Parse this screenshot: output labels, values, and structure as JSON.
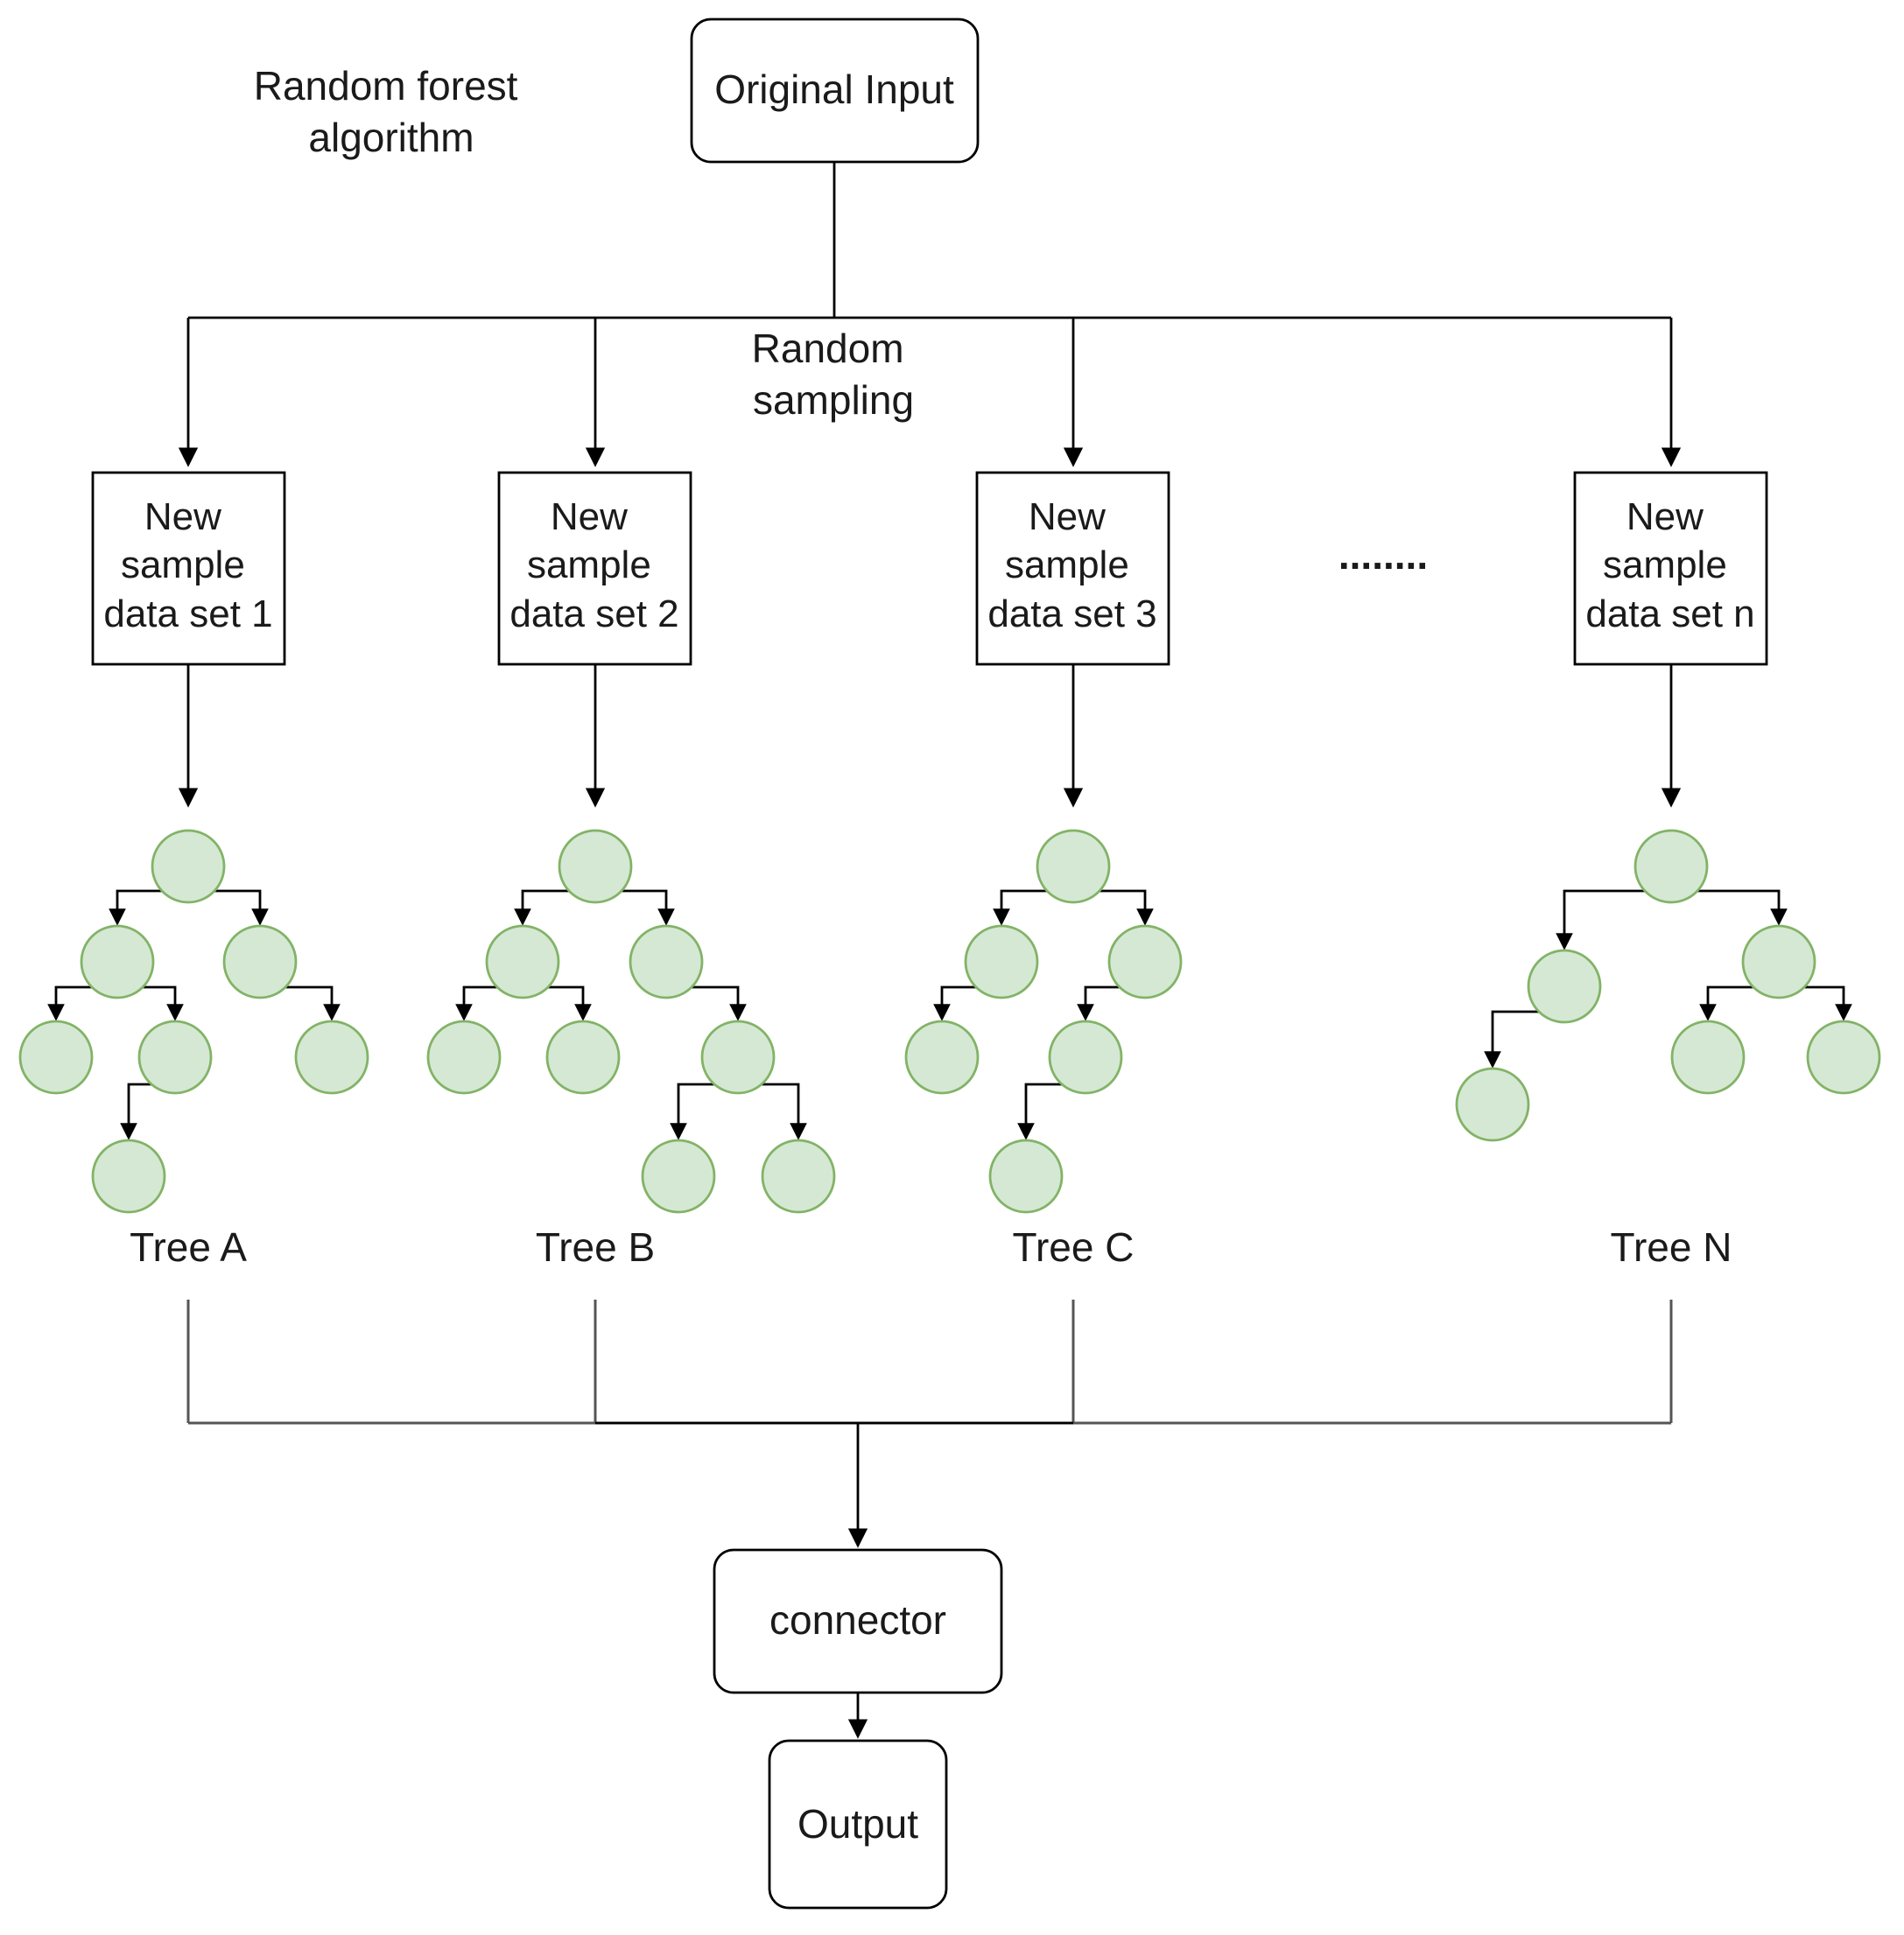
{
  "title_lines": [
    "Random forest",
    "algorithm"
  ],
  "input": {
    "label": "Original Input"
  },
  "sampling_lines": [
    "Random",
    "sampling"
  ],
  "ellipsis": "........",
  "datasets": [
    {
      "lines": [
        "New",
        "sample",
        "data set 1"
      ]
    },
    {
      "lines": [
        "New",
        "sample",
        "data set 2"
      ]
    },
    {
      "lines": [
        "New",
        "sample",
        "data set 3"
      ]
    },
    {
      "lines": [
        "New",
        "sample",
        "data set n"
      ]
    }
  ],
  "trees": [
    {
      "label": "Tree A"
    },
    {
      "label": "Tree B"
    },
    {
      "label": "Tree C"
    },
    {
      "label": "Tree N"
    }
  ],
  "connector": {
    "label": "connector"
  },
  "output": {
    "label": "Output"
  },
  "colors": {
    "node_fill": "#d5e8d4",
    "node_stroke": "#82b366",
    "line": "#000000"
  }
}
